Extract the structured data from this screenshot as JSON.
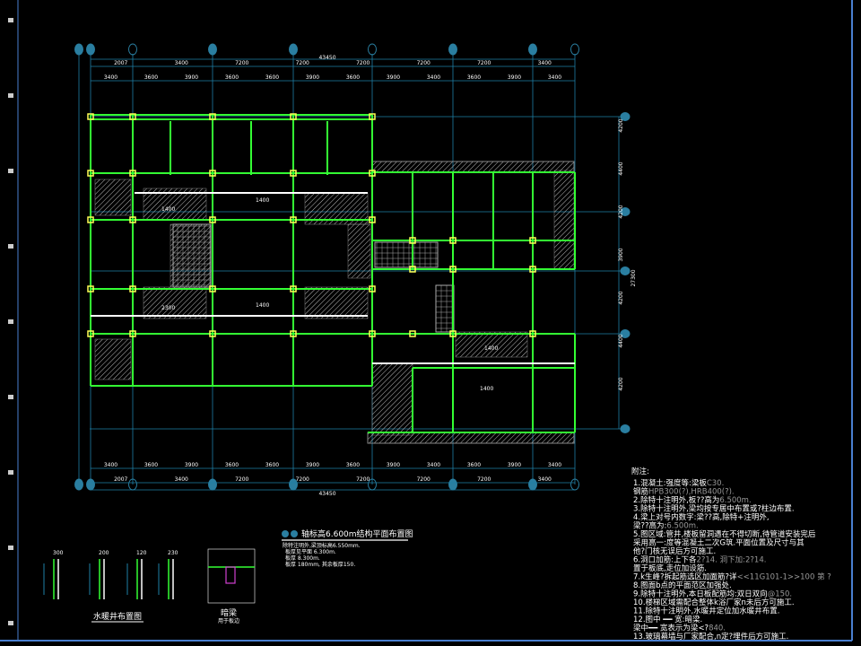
{
  "drawing": {
    "title": "轴标高6.600m结构平面布置图",
    "subtitle_lines": [
      "除特注明外,梁顶标高6.550mm.",
      "板厚见平面 6.300m.",
      "板厚 8.300m.",
      "板厚 180mm,   其余板厚150."
    ],
    "total_dimension": "43450",
    "top_dims_row1": [
      "2007",
      "3400",
      "7200",
      "7200",
      "7200",
      "7200",
      "7200",
      "3400"
    ],
    "top_dims_row2": [
      "3400",
      "3600",
      "3900",
      "3600",
      "3600",
      "3900",
      "3600",
      "3900",
      "3400",
      "3600",
      "3900",
      "3400"
    ],
    "bottom_dims_row1": [
      "3400",
      "3600",
      "3900",
      "3600",
      "3600",
      "3900",
      "3600",
      "3900",
      "3400",
      "3600",
      "3900",
      "3400"
    ],
    "bottom_dims_row2": [
      "2007",
      "3400",
      "7200",
      "7200",
      "7200",
      "7200",
      "7200",
      "3400"
    ],
    "right_dims": [
      "4200",
      "4400",
      "4200",
      "3900",
      "4200",
      "4400",
      "4200"
    ],
    "right_total": "27300",
    "center_labels": [
      "1400",
      "1400",
      "1400",
      "2300",
      "1400",
      "1400"
    ]
  },
  "details": {
    "shaft_title": "水暖井布置图",
    "beam_title": "暗梁",
    "beam_sub": "用于板边",
    "dims": [
      "300",
      "200",
      "120",
      "230"
    ]
  },
  "notes": {
    "heading": "附注:",
    "items": [
      {
        "main": "1.混凝土:强度等:梁板",
        "grey": "C30."
      },
      {
        "main": "  钢筋",
        "grey": "HPB300(?),HRB400(?)."
      },
      {
        "main": "2.除特十注明外,板??高为",
        "grey": "6.500m."
      },
      {
        "main": "3.除特十注明外,梁均按专居中布置或?柱边布置.",
        "grey": ""
      },
      {
        "main": "4.梁上对号内数字:梁??高,除特+注明外,",
        "grey": ""
      },
      {
        "main": "  梁??高为:",
        "grey": "6.500m."
      },
      {
        "main": "5.图区域:管井,楼板留洞遇在不得切断,待管道安装完后",
        "grey": ""
      },
      {
        "main": "  采用高一:度等混凝土二次G筑.平面位置及尺寸与其",
        "grey": ""
      },
      {
        "main": "  他?门核无误后方可施工.",
        "grey": ""
      },
      {
        "main": "6.洞口加筋:上下各",
        "grey": "2?14.    洞下加:2?14."
      },
      {
        "main": "  置于板底,走位加设筋.",
        "grey": ""
      },
      {
        "main": "7.k生峰?拆起筋选区加面筋?详",
        "grey": "<<11G101-1>>100        第    ?"
      },
      {
        "main": "8.图面b点的平面范区加强处.",
        "grey": ""
      },
      {
        "main": "9.除特十注明外,本日板配筋均:双日双向",
        "grey": "@150."
      },
      {
        "main": "10.楼梯区域需配合整体k浴厂家n未后方可施工.",
        "grey": ""
      },
      {
        "main": "11.除特十注明外,水暖井定位加水暖井布置.",
        "grey": ""
      },
      {
        "main": "12.图中  ━━   宽:暗梁.",
        "grey": ""
      },
      {
        "main": "   梁中━━     宽表示为梁<?",
        "grey": "840."
      },
      {
        "main": "13.玻璃幕墙与厂家配合,n定?埋件后方可施工.",
        "grey": ""
      }
    ]
  },
  "colors": {
    "grid": "#1e7fa6",
    "wall": "#33ff33",
    "column": "#ffff55",
    "hatch": "#cccccc",
    "frame": "#4a7fd0",
    "bubble": "#2a7ea0"
  }
}
